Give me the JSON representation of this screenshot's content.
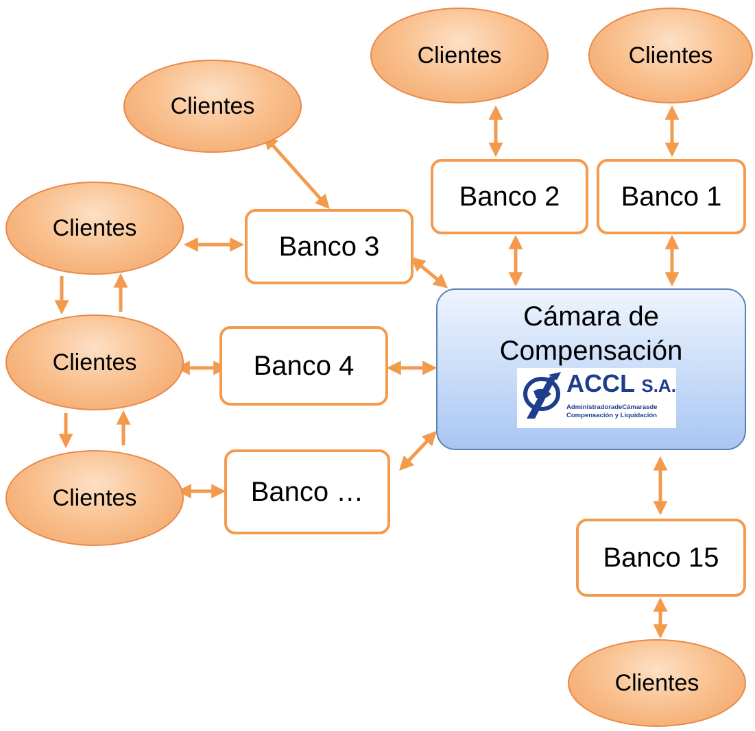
{
  "colors": {
    "arrow": "#f39a4d",
    "client_fill": "#f9c190",
    "client_border": "#e8894a",
    "bank_border": "#f39a4d",
    "camara_border": "#5a82b8",
    "camara_fill": "#a8c6f2",
    "logo_blue": "#1e3d8c"
  },
  "clients": {
    "label": "Clientes",
    "top_left": "Clientes",
    "top_mid": "Clientes",
    "top_right": "Clientes",
    "left_1": "Clientes",
    "left_2": "Clientes",
    "left_3": "Clientes",
    "bottom": "Clientes"
  },
  "banks": {
    "banco_1": "Banco 1",
    "banco_2": "Banco 2",
    "banco_3": "Banco 3",
    "banco_4": "Banco 4",
    "banco_n": "Banco …",
    "banco_15": "Banco 15"
  },
  "camara": {
    "title_line1": "Cámara de",
    "title_line2": "Compensación",
    "logo": {
      "name": "ACCL",
      "suffix": "S.A.",
      "subtitle_line1": "AdministradoradeCámarasde",
      "subtitle_line2": "Compensación y Liquidación",
      "icon": "accl-logo-icon"
    }
  },
  "arrows": {
    "icon": "double-headed-arrow-icon"
  }
}
